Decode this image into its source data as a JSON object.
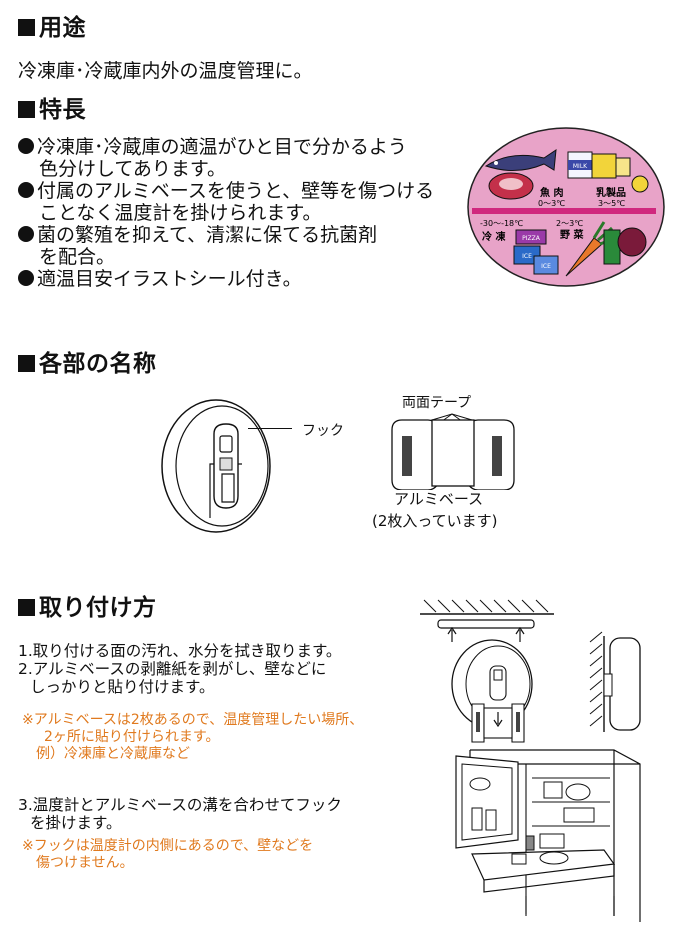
{
  "sections": {
    "usage": {
      "title": "用途",
      "text": "冷凍庫･冷蔵庫内外の温度管理に。"
    },
    "features": {
      "title": "特長",
      "items": [
        {
          "line1": "冷凍庫･冷蔵庫の適温がひと目で分かるよう",
          "line2": "色分けしてあります。"
        },
        {
          "line1": "付属のアルミベースを使うと、壁等を傷つける",
          "line2": "ことなく温度計を掛けられます。"
        },
        {
          "line1": "菌の繁殖を抑えて、清潔に保てる抗菌剤",
          "line2": "を配合。"
        },
        {
          "line1": "適温目安イラストシール付き。"
        }
      ]
    },
    "parts": {
      "title": "各部の名称",
      "hook_label": "フック",
      "tape_label": "両面テープ",
      "base_label": "アルミベース",
      "base_note": "(2枚入っています)"
    },
    "install": {
      "title": "取り付け方",
      "steps": [
        {
          "line1": "1.取り付ける面の汚れ、水分を拭き取ります。"
        },
        {
          "line1": "2.アルミベースの剥離紙を剥がし、壁などに",
          "line2": "しっかりと貼り付けます。"
        },
        {
          "line1": "3.温度計とアルミベースの溝を合わせてフック",
          "line2": "を掛けます。"
        }
      ],
      "notes": [
        {
          "line1": "※アルミベースは2枚あるので、温度管理したい場所、",
          "line2": "2ヶ所に貼り付けられます。",
          "line3": "例）冷凍庫と冷蔵庫など"
        },
        {
          "line1": "※フックは温度計の内側にあるので、壁などを",
          "line2": "傷つけません。"
        }
      ]
    }
  },
  "sticker": {
    "fish_meat": "魚 肉",
    "fish_meat_range": "0～3℃",
    "dairy": "乳製品",
    "dairy_range": "3～5℃",
    "frozen_range": "-30～-18℃",
    "frozen": "冷 凍",
    "veg_range": "2～3℃",
    "veg": "野 菜",
    "milk": "MILK",
    "pizza": "PIZZA",
    "ice1": "ICE",
    "ice2": "ICE"
  },
  "colors": {
    "sticker_bg": "#e8a3c8",
    "sticker_band": "#d0287e",
    "note_orange": "#e07a1f"
  }
}
